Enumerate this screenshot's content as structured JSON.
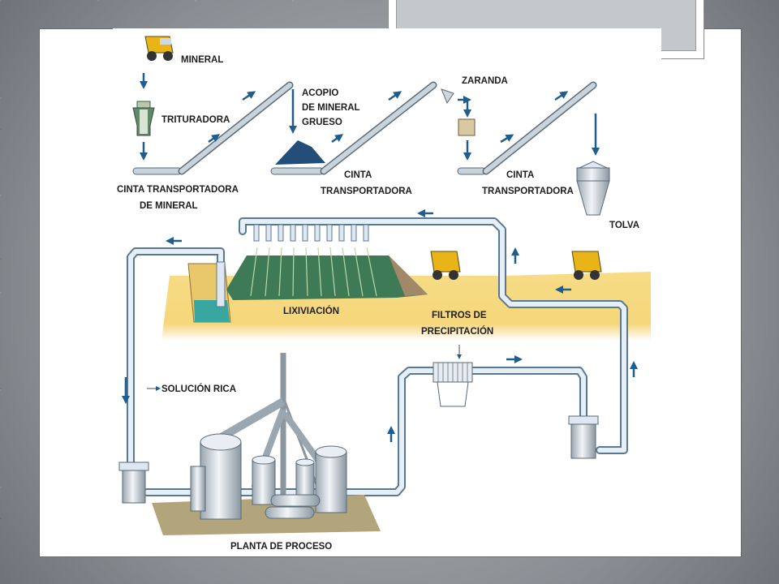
{
  "labels": {
    "mineral": "MINERAL",
    "trituradora": "TRITURADORA",
    "cinta_mineral_1": "CINTA TRANSPORTADORA",
    "cinta_mineral_2": "DE MINERAL",
    "acopio_1": "ACOPIO",
    "acopio_2": "DE MINERAL",
    "acopio_3": "GRUESO",
    "cinta2_1": "CINTA",
    "cinta2_2": "TRANSPORTADORA",
    "zaranda": "ZARANDA",
    "cinta3_1": "CINTA",
    "cinta3_2": "TRANSPORTADORA",
    "tolva": "TOLVA",
    "lixiviacion": "LIXIVIACIÓN",
    "filtros_1": "FILTROS DE",
    "filtros_2": "PRECIPITACIÓN",
    "solucion_rica": "SOLUCIÓN RICA",
    "planta": "PLANTA DE PROCESO"
  },
  "colors": {
    "pipe": "#dfe8f2",
    "pipe_stroke": "#5a7890",
    "arrow": "#1f5d8e",
    "ground": "#f5d67a",
    "conveyor": "#c9d3db",
    "heap": "#3d7a55",
    "solution": "#3aa6a0",
    "truck": "#e8b418",
    "platform": "#b3a57b"
  }
}
